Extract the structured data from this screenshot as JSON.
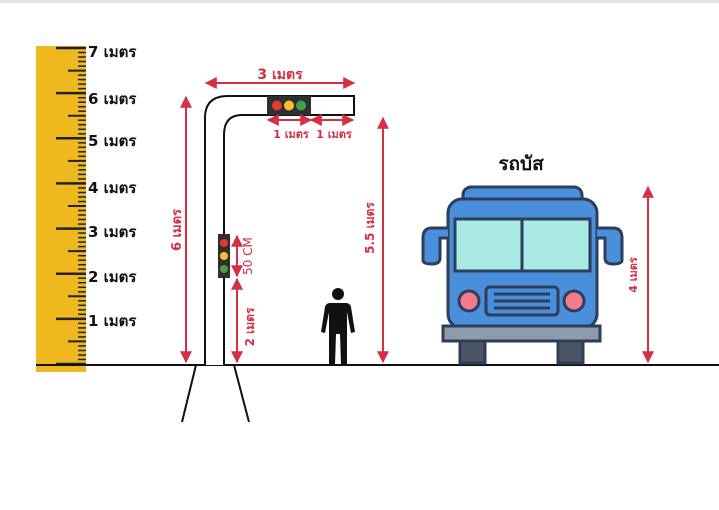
{
  "ruler": {
    "labels": [
      "7 เมตร",
      "6 เมตร",
      "5 เมตร",
      "4 เมตร",
      "3 เมตร",
      "2 เมตร",
      "1 เมตร"
    ]
  },
  "pole": {
    "arm_length": "3 เมตร",
    "height": "6 เมตร",
    "arm_left_segment": "1 เมตร",
    "arm_right_segment": "1 เมตร",
    "side_light_height": "50 CM",
    "side_light_base": "2 เมตร",
    "top_light_clearance": "5.5 เมตร"
  },
  "bus": {
    "title": "รถบัส",
    "height": "4 เมตร"
  },
  "colors": {
    "ruler": "#f0b81f",
    "dimension": "#d32f45",
    "bus_body": "#4a8fdc",
    "bus_window": "#a8ebe4",
    "bus_outline": "#2d3e5a"
  }
}
